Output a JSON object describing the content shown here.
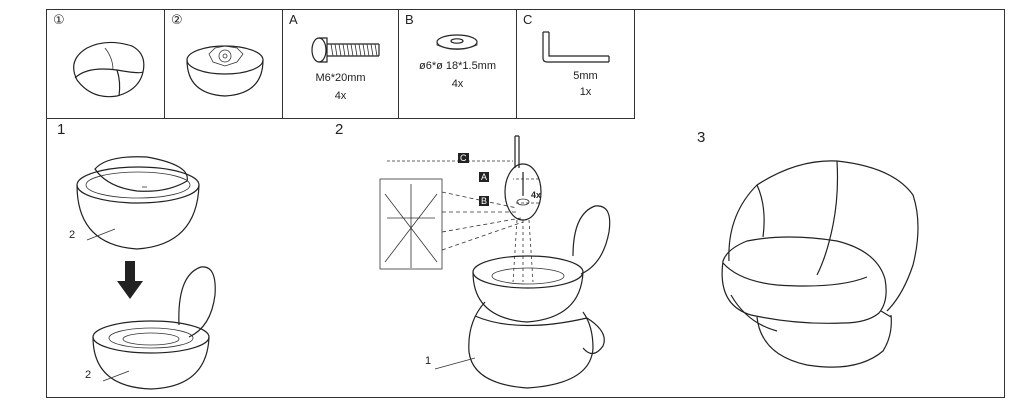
{
  "parts": [
    {
      "id": "part-1",
      "label": "①"
    },
    {
      "id": "part-2",
      "label": "②"
    },
    {
      "id": "part-a",
      "label": "A",
      "spec": "M6*20mm",
      "qty": "4x"
    },
    {
      "id": "part-b",
      "label": "B",
      "spec": "ø6*ø 18*1.5mm",
      "qty": "4x"
    },
    {
      "id": "part-c",
      "label": "C",
      "spec": "5mm",
      "qty": "1x"
    }
  ],
  "steps": [
    {
      "number": "1",
      "callouts": [
        "2",
        "2"
      ]
    },
    {
      "number": "2",
      "callouts": [
        "1"
      ],
      "markers": [
        "C",
        "A",
        "B"
      ],
      "qty": "4x"
    },
    {
      "number": "3"
    }
  ]
}
